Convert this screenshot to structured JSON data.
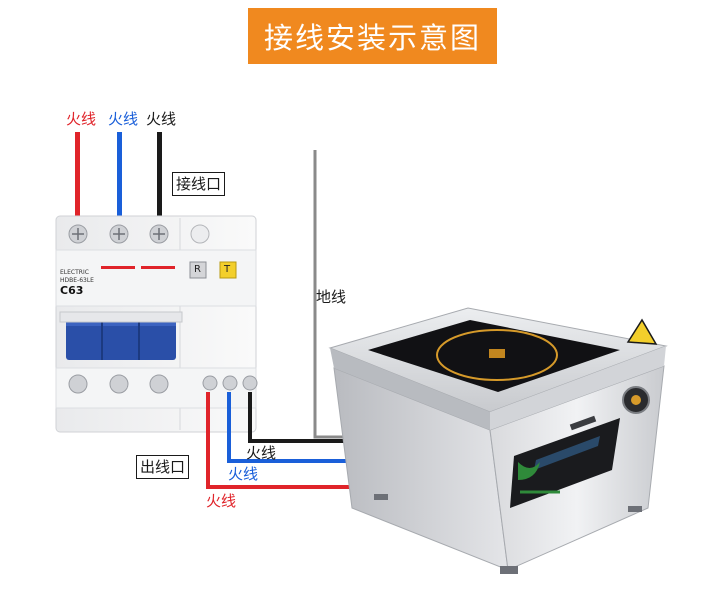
{
  "title": "接线安装示意图",
  "labels": {
    "top_wire_1": "火线",
    "top_wire_2": "火线",
    "top_wire_3": "火线",
    "inlet": "接线口",
    "ground": "地线",
    "outlet": "出线口",
    "out_wire_black": "火线",
    "out_wire_blue": "火线",
    "out_wire_red": "火线"
  },
  "breaker": {
    "brand": "ELECTRIC",
    "model": "HDBE-63LE",
    "rating": "C63",
    "button_r": "R",
    "button_t": "T"
  },
  "colors": {
    "title_bg": "#f0891f",
    "wire_red": "#e0242a",
    "wire_blue": "#1a5fd9",
    "wire_black": "#1a1a1a",
    "wire_ground": "#8a8a8a",
    "breaker_lever": "#2a4fa8",
    "indicator_yellow": "#f3cf2b"
  }
}
